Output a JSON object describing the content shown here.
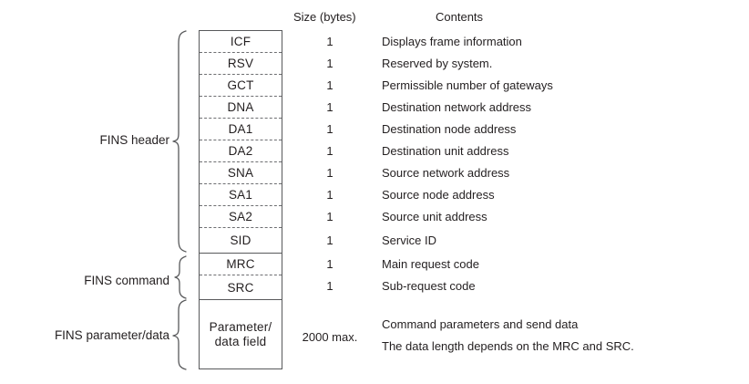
{
  "headers": {
    "size": "Size (bytes)",
    "contents": "Contents"
  },
  "groups": [
    {
      "name": "fins-header",
      "label": "FINS header"
    },
    {
      "name": "fins-command",
      "label": "FINS command"
    },
    {
      "name": "fins-parameter",
      "label": "FINS parameter/data"
    }
  ],
  "rows": [
    {
      "field": "ICF",
      "size": "1",
      "contents": "Displays frame information"
    },
    {
      "field": "RSV",
      "size": "1",
      "contents": "Reserved by system."
    },
    {
      "field": "GCT",
      "size": "1",
      "contents": "Permissible number of gateways"
    },
    {
      "field": "DNA",
      "size": "1",
      "contents": "Destination network address"
    },
    {
      "field": "DA1",
      "size": "1",
      "contents": "Destination node address"
    },
    {
      "field": "DA2",
      "size": "1",
      "contents": "Destination unit address"
    },
    {
      "field": "SNA",
      "size": "1",
      "contents": "Source network address"
    },
    {
      "field": "SA1",
      "size": "1",
      "contents": "Source node address"
    },
    {
      "field": "SA2",
      "size": "1",
      "contents": "Source unit address"
    },
    {
      "field": "SID",
      "size": "1",
      "contents": "Service ID"
    },
    {
      "field": "MRC",
      "size": "1",
      "contents": "Main request code"
    },
    {
      "field": "SRC",
      "size": "1",
      "contents": "Sub-request code"
    }
  ],
  "data_row": {
    "field_line1": "Parameter/",
    "field_line2": "data field",
    "size": "2000 max.",
    "contents_line1": "Command parameters and send data",
    "contents_line2": "The data length depends on the MRC and SRC."
  },
  "colors": {
    "text": "#231f20",
    "border": "#58595b",
    "dashed": "#6d6e71",
    "background": "#ffffff"
  }
}
